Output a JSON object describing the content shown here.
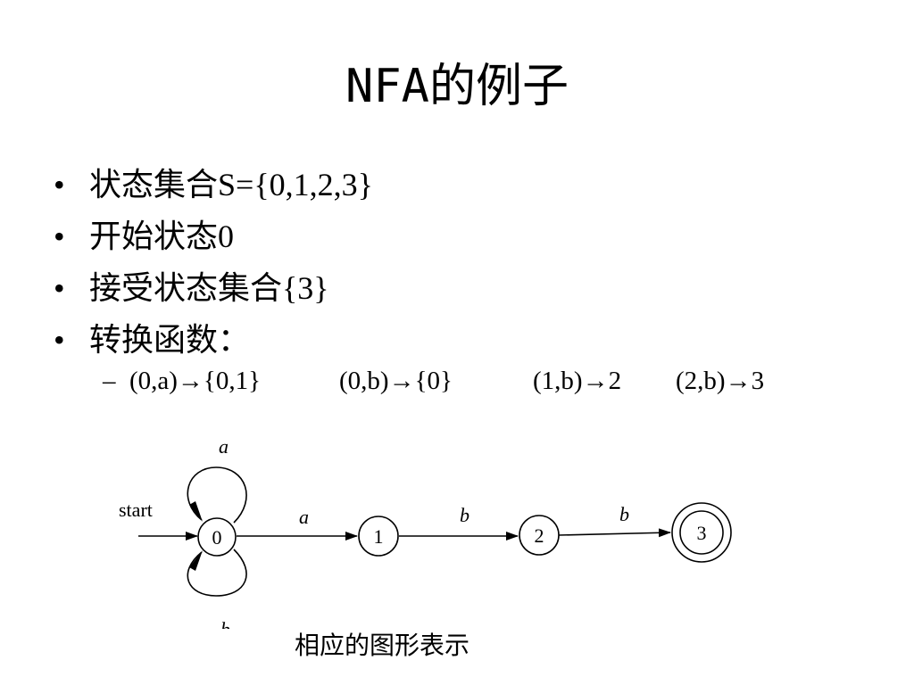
{
  "title": "NFA的例子",
  "bullets": [
    "状态集合S={0,1,2,3}",
    "开始状态0",
    "接受状态集合{3}",
    "转换函数："
  ],
  "bullet_glyph": "•",
  "sub_dash": "–",
  "transitions": [
    "(0,a)→{0,1}",
    "(0,b)→{0}",
    "(1,b)→2",
    "(2,b)→3"
  ],
  "diagram": {
    "start_label": "start",
    "states": [
      "0",
      "1",
      "2",
      "3"
    ],
    "accepting_state": "3",
    "edge_labels": {
      "loop_top": "a",
      "loop_bottom": "b",
      "s0_s1": "a",
      "s1_s2": "b",
      "s2_s3": "b"
    }
  },
  "caption": "相应的图形表示"
}
